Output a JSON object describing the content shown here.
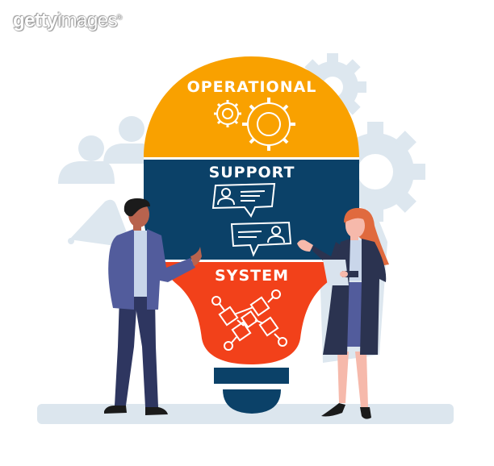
{
  "watermark": {
    "brand_bold": "getty",
    "brand_light": "images",
    "mark": "®"
  },
  "bulb": {
    "segments": [
      {
        "label": "OPERATIONAL",
        "color": "#f9a100",
        "icon": "gears-icon"
      },
      {
        "label": "SUPPORT",
        "color": "#0b4168",
        "icon": "chat-bubbles-icon"
      },
      {
        "label": "SYSTEM",
        "color": "#f2411a",
        "icon": "network-nodes-icon"
      }
    ],
    "base_color": "#0b4168"
  },
  "background": {
    "decor_color": "#dde7ef",
    "ground_color": "#dce6ee",
    "icons": [
      "user-silhouette-icon",
      "user-silhouette-icon",
      "megaphone-icon",
      "gear-icon",
      "gear-icon"
    ]
  },
  "characters": [
    {
      "role": "man-presenting",
      "jacket_color": "#525c9c",
      "pants_color": "#2e3660",
      "skin_color": "#b8634e"
    },
    {
      "role": "woman-presenting",
      "coat_color": "#2b3350",
      "skirt_color": "#525c9c",
      "hair_color": "#e06a3e",
      "skin_color": "#f6b9ab"
    }
  ]
}
